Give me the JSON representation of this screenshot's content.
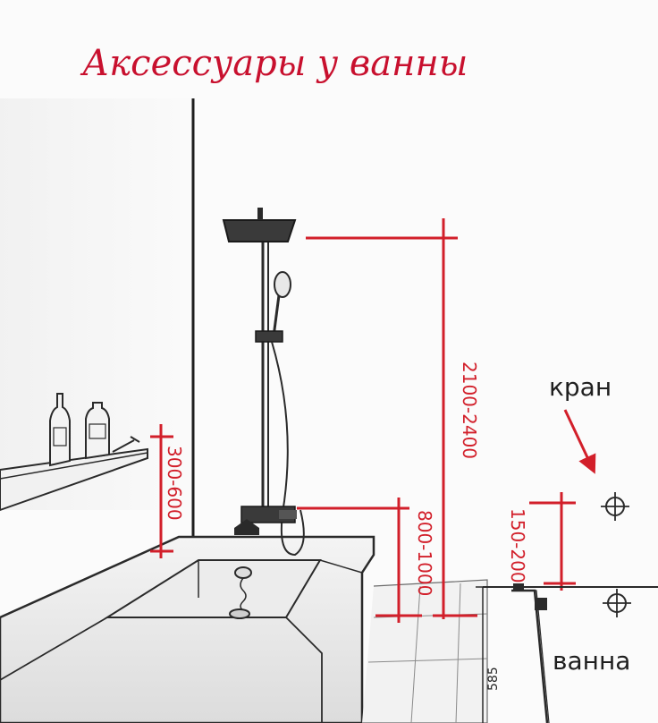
{
  "title": "Аксессуары у ванны",
  "dimensions": {
    "shower_height": "2100-2400",
    "shelf_height": "300-600",
    "mixer_height": "800-1000",
    "tap_offset": "150-200",
    "bath_height": "585"
  },
  "labels": {
    "tap": "кран",
    "bath": "ванна"
  },
  "colors": {
    "accent": "#d21f2a",
    "title": "#c8102e",
    "sketch": "#2a2a2a"
  }
}
